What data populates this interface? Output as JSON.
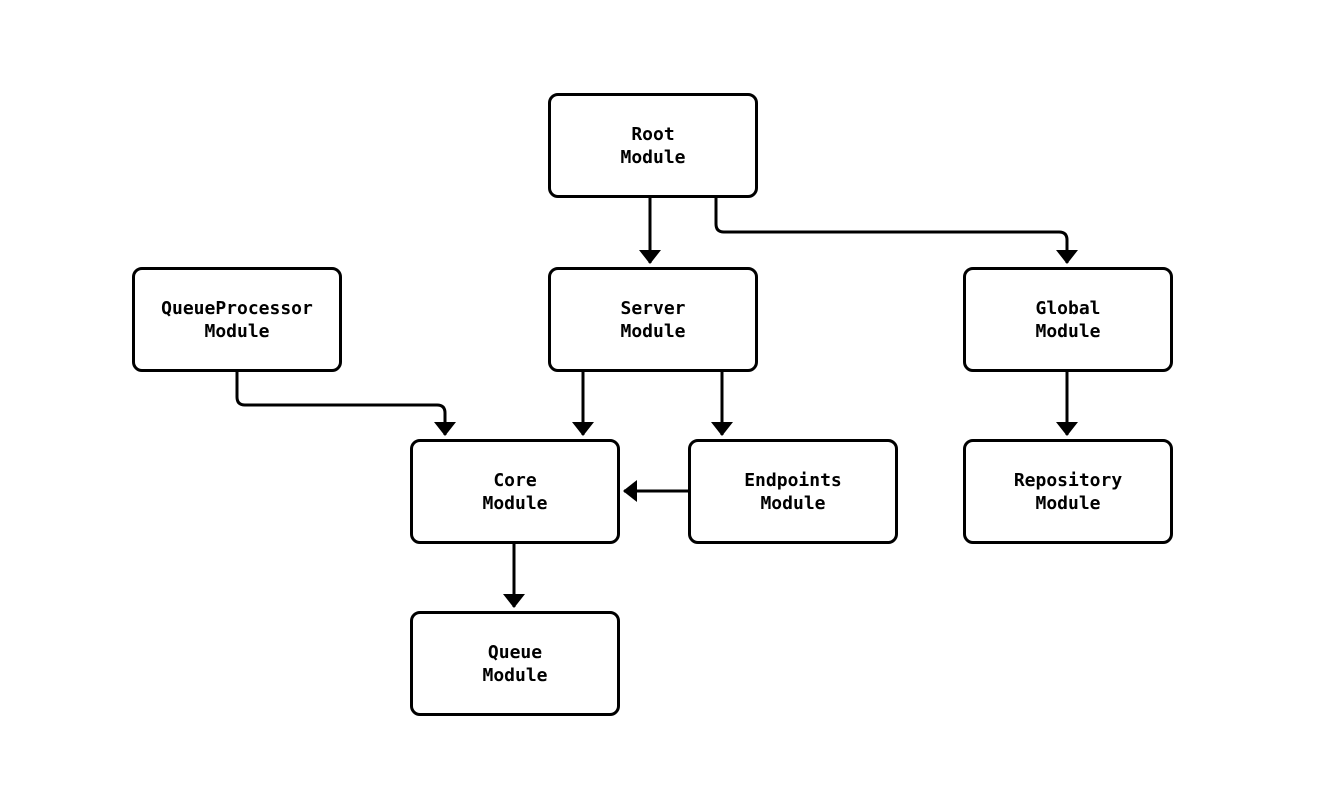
{
  "diagram": {
    "type": "module-dependency-flowchart",
    "nodes": [
      {
        "id": "root",
        "label": "Root\nModule"
      },
      {
        "id": "server",
        "label": "Server\nModule"
      },
      {
        "id": "queueprocessor",
        "label": "QueueProcessor\nModule"
      },
      {
        "id": "global",
        "label": "Global\nModule"
      },
      {
        "id": "core",
        "label": "Core\nModule"
      },
      {
        "id": "endpoints",
        "label": "Endpoints\nModule"
      },
      {
        "id": "repository",
        "label": "Repository\nModule"
      },
      {
        "id": "queue",
        "label": "Queue\nModule"
      }
    ],
    "edges": [
      {
        "from": "root",
        "to": "server"
      },
      {
        "from": "root",
        "to": "global"
      },
      {
        "from": "queueprocessor",
        "to": "core"
      },
      {
        "from": "server",
        "to": "core"
      },
      {
        "from": "server",
        "to": "endpoints"
      },
      {
        "from": "endpoints",
        "to": "core"
      },
      {
        "from": "global",
        "to": "repository"
      },
      {
        "from": "core",
        "to": "queue"
      }
    ],
    "colors": {
      "node_fill": "#ffffff",
      "node_border": "#000000",
      "edge": "#000000",
      "text": "#000000",
      "background": "#ffffff"
    }
  }
}
